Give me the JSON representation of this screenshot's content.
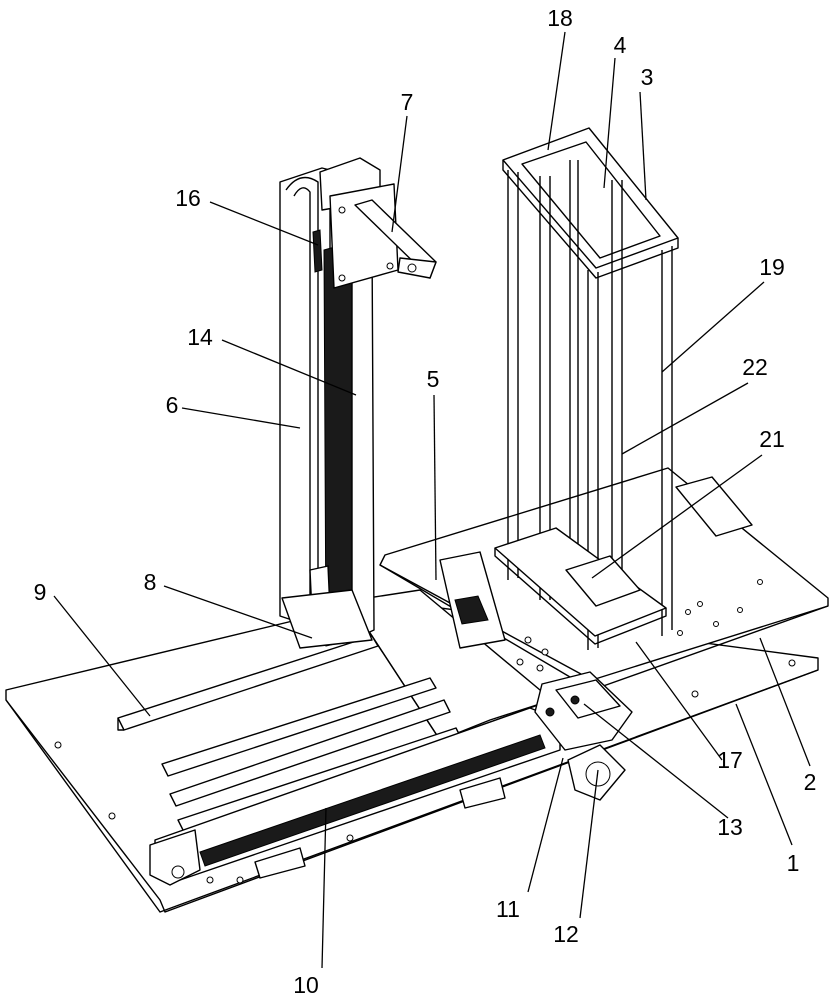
{
  "figure": {
    "type": "mechanical-patent-drawing",
    "callouts": [
      {
        "id": "1"
      },
      {
        "id": "2"
      },
      {
        "id": "3"
      },
      {
        "id": "4"
      },
      {
        "id": "5"
      },
      {
        "id": "6"
      },
      {
        "id": "7"
      },
      {
        "id": "8"
      },
      {
        "id": "9"
      },
      {
        "id": "10"
      },
      {
        "id": "11"
      },
      {
        "id": "12"
      },
      {
        "id": "13"
      },
      {
        "id": "14"
      },
      {
        "id": "16"
      },
      {
        "id": "17"
      },
      {
        "id": "18"
      },
      {
        "id": "19"
      },
      {
        "id": "21"
      },
      {
        "id": "22"
      }
    ]
  }
}
